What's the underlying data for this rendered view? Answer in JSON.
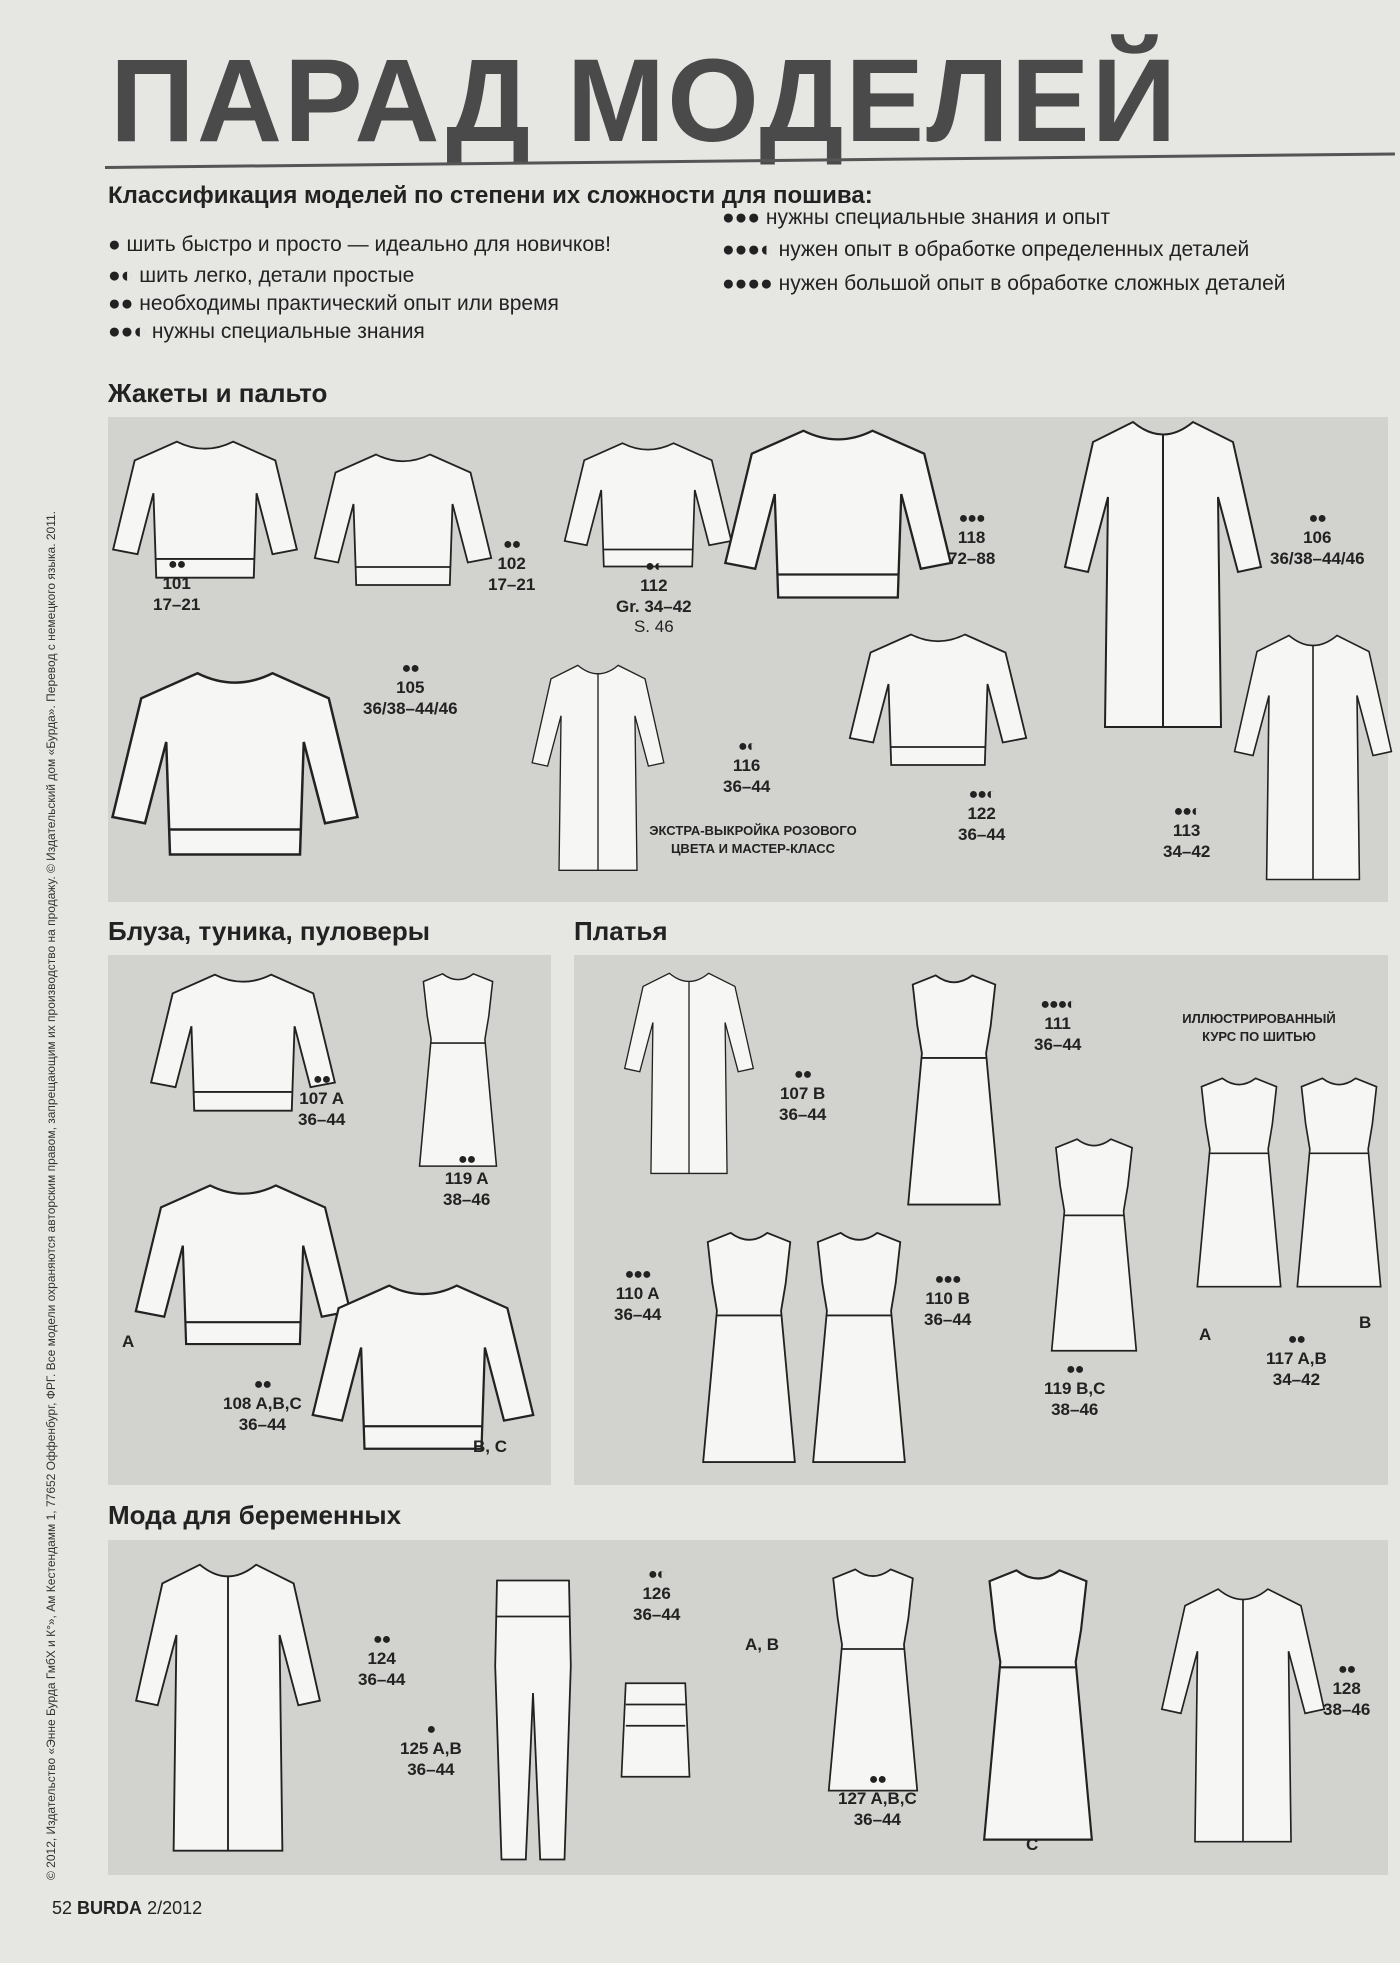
{
  "title": "ПАРАД МОДЕЛЕЙ",
  "legend": {
    "heading": "Классификация моделей по степени их сложности для пошива:",
    "items": [
      {
        "dots": "●",
        "text": "шить быстро и просто — идеально для новичков!"
      },
      {
        "dots": "●◐",
        "text": "шить легко, детали простые"
      },
      {
        "dots": "●●",
        "text": "необходимы практический опыт или время"
      },
      {
        "dots": "●●◐",
        "text": "нужны специальные знания"
      },
      {
        "dots": "●●●",
        "text": "нужны специальные знания и опыт"
      },
      {
        "dots": "●●●◐",
        "text": "нужен опыт в обработке определенных деталей"
      },
      {
        "dots": "●●●●",
        "text": "нужен большой опыт в обработке сложных деталей"
      }
    ]
  },
  "sections": {
    "jackets": {
      "title": "Жакеты и пальто",
      "models": [
        {
          "dots": "●●",
          "num": "101",
          "sizes": "17–21"
        },
        {
          "dots": "●●",
          "num": "102",
          "sizes": "17–21"
        },
        {
          "dots": "●◐",
          "num": "112",
          "sizes": "Gr. 34–42",
          "extra": "S. 46"
        },
        {
          "dots": "●●●",
          "num": "118",
          "sizes": "72–88"
        },
        {
          "dots": "●●",
          "num": "106",
          "sizes": "36/38–44/46"
        },
        {
          "dots": "●●",
          "num": "105",
          "sizes": "36/38–44/46"
        },
        {
          "dots": "●◐",
          "num": "116",
          "sizes": "36–44"
        },
        {
          "dots": "●●◐",
          "num": "122",
          "sizes": "36–44"
        },
        {
          "dots": "●●◐",
          "num": "113",
          "sizes": "34–42"
        }
      ],
      "note": "ЭКСТРА-ВЫКРОЙКА РОЗОВОГО ЦВЕТА И МАСТЕР-КЛАСС"
    },
    "blouses": {
      "title": "Блуза, туника, пуловеры",
      "models": [
        {
          "dots": "●●",
          "num": "107 A",
          "sizes": "36–44"
        },
        {
          "dots": "●●",
          "num": "119 A",
          "sizes": "38–46"
        },
        {
          "dots": "●●",
          "num": "108 A,B,C",
          "sizes": "36–44"
        }
      ],
      "letters": [
        "A",
        "B, C"
      ]
    },
    "dresses": {
      "title": "Платья",
      "models": [
        {
          "dots": "●●",
          "num": "107 B",
          "sizes": "36–44"
        },
        {
          "dots": "●●●◐",
          "num": "111",
          "sizes": "36–44"
        },
        {
          "dots": "●●●",
          "num": "110 A",
          "sizes": "36–44"
        },
        {
          "dots": "●●●",
          "num": "110 B",
          "sizes": "36–44"
        },
        {
          "dots": "●●",
          "num": "119 B,C",
          "sizes": "38–46"
        },
        {
          "dots": "●●",
          "num": "117 A,B",
          "sizes": "34–42"
        }
      ],
      "note": "ИЛЛЮСТРИРОВАННЫЙ КУРС ПО ШИТЬЮ",
      "letters": [
        "A",
        "B"
      ]
    },
    "maternity": {
      "title": "Мода для беременных",
      "models": [
        {
          "dots": "●●",
          "num": "124",
          "sizes": "36–44"
        },
        {
          "dots": "●",
          "num": "125 A,B",
          "sizes": "36–44"
        },
        {
          "dots": "●◐",
          "num": "126",
          "sizes": "36–44"
        },
        {
          "dots": "●●",
          "num": "127 A,B,C",
          "sizes": "36–44"
        },
        {
          "dots": "●●",
          "num": "128",
          "sizes": "38–46"
        }
      ],
      "letters": [
        "A, B",
        "C"
      ]
    }
  },
  "side_text": "© 2012, Издательство «Энне Бурда ГмбХ и К°», Ам Кестендамм 1, 77652 Оффенбург, ФРГ. Все модели охраняются авторским правом, запрещающим их производство на продажу. © Издательский дом «Бурда». Перевод с немецкого языка. 2011.",
  "footer": {
    "page": "52",
    "brand": "BURDA",
    "issue": "2/2012"
  }
}
